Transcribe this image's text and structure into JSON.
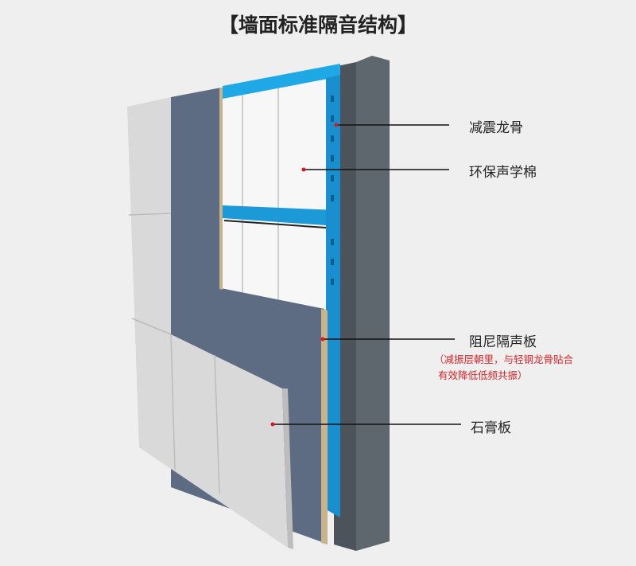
{
  "title": "【墙面标准隔音结构】",
  "labels": {
    "keel": "减震龙骨",
    "cotton": "环保声学棉",
    "damping_board": "阻尼隔声板",
    "note_line1": "（减振层朝里，与轻钢龙骨贴合",
    "note_line2": "有效降低低频共振）",
    "gypsum": "石膏板"
  },
  "colors": {
    "frame": "#1e9fe0",
    "marker": "#e0141e",
    "note": "#d8262a",
    "board": "#5d6c82",
    "wall": "#5b6168",
    "gypsum": "#d9d9d9"
  }
}
